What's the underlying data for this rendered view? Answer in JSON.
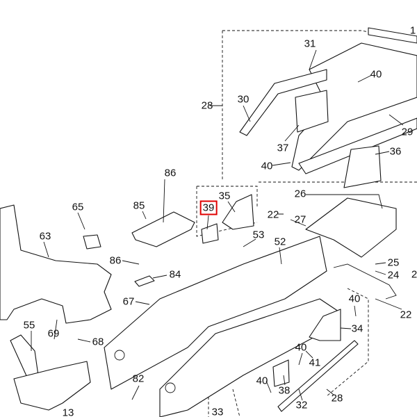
{
  "diagram": {
    "title": "Frame parts diagram",
    "highlight_color": "#e00000",
    "callouts": [
      {
        "id": "c1",
        "text": "1"
      },
      {
        "id": "c31",
        "text": "31"
      },
      {
        "id": "c40a",
        "text": "40"
      },
      {
        "id": "c30",
        "text": "30"
      },
      {
        "id": "c28a",
        "text": "28"
      },
      {
        "id": "c29",
        "text": "29"
      },
      {
        "id": "c37",
        "text": "37"
      },
      {
        "id": "c36",
        "text": "36"
      },
      {
        "id": "c40b",
        "text": "40"
      },
      {
        "id": "c86a",
        "text": "86"
      },
      {
        "id": "c35",
        "text": "35"
      },
      {
        "id": "c39",
        "text": "39",
        "highlighted": true
      },
      {
        "id": "c26",
        "text": "26"
      },
      {
        "id": "c22a",
        "text": "22"
      },
      {
        "id": "c27",
        "text": "27"
      },
      {
        "id": "c65",
        "text": "65"
      },
      {
        "id": "c85",
        "text": "85"
      },
      {
        "id": "c63",
        "text": "63"
      },
      {
        "id": "c53",
        "text": "53"
      },
      {
        "id": "c52",
        "text": "52"
      },
      {
        "id": "c86b",
        "text": "86"
      },
      {
        "id": "c84",
        "text": "84"
      },
      {
        "id": "c25",
        "text": "25"
      },
      {
        "id": "c24",
        "text": "24"
      },
      {
        "id": "c2x",
        "text": "2"
      },
      {
        "id": "c67",
        "text": "67"
      },
      {
        "id": "c40c",
        "text": "40"
      },
      {
        "id": "c22b",
        "text": "22"
      },
      {
        "id": "c34",
        "text": "34"
      },
      {
        "id": "c55",
        "text": "55"
      },
      {
        "id": "c69",
        "text": "69"
      },
      {
        "id": "c68",
        "text": "68"
      },
      {
        "id": "c40d",
        "text": "40"
      },
      {
        "id": "c41",
        "text": "41"
      },
      {
        "id": "c82",
        "text": "82"
      },
      {
        "id": "c40e",
        "text": "40"
      },
      {
        "id": "c38",
        "text": "38"
      },
      {
        "id": "c28b",
        "text": "28"
      },
      {
        "id": "c32",
        "text": "32"
      },
      {
        "id": "c33",
        "text": "33"
      },
      {
        "id": "c13",
        "text": "13"
      }
    ]
  }
}
